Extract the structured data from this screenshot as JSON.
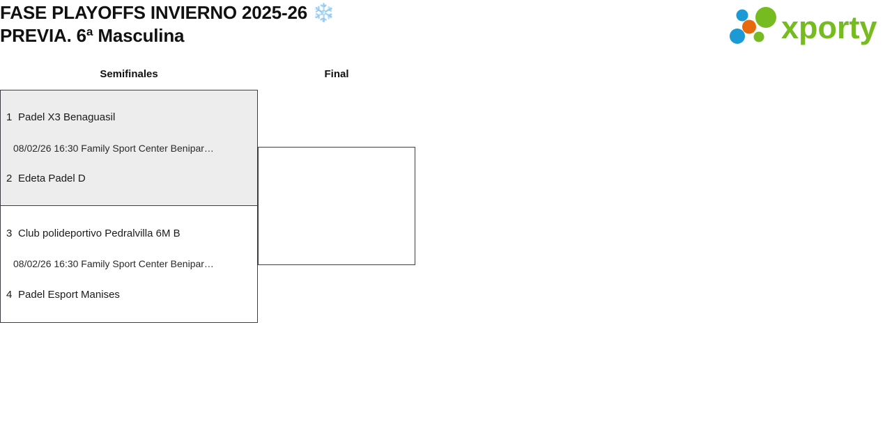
{
  "header": {
    "title": "FASE PLAYOFFS INVIERNO 2025-26 ❄️\nPREVIA. 6ª Masculina",
    "logo_text": "xporty",
    "logo_colors": {
      "green": "#76bc21",
      "blue": "#1b9ad6",
      "orange": "#e8690b"
    }
  },
  "rounds": [
    {
      "label": "Semifinales"
    },
    {
      "label": "Final"
    }
  ],
  "matches": [
    {
      "info": "08/02/26 16:30 Family Sport Center Benipar…",
      "teams": [
        {
          "seed": "1",
          "name": "Padel X3 Benaguasil"
        },
        {
          "seed": "2",
          "name": "Edeta Padel D"
        }
      ]
    },
    {
      "info": "08/02/26 16:30 Family Sport Center Benipar…",
      "teams": [
        {
          "seed": "3",
          "name": "Club polideportivo Pedralvilla 6M B"
        },
        {
          "seed": "4",
          "name": "Padel Esport Manises"
        }
      ]
    }
  ],
  "final": {
    "teams": [
      {
        "seed": "",
        "name": ""
      },
      {
        "seed": "",
        "name": ""
      }
    ]
  }
}
